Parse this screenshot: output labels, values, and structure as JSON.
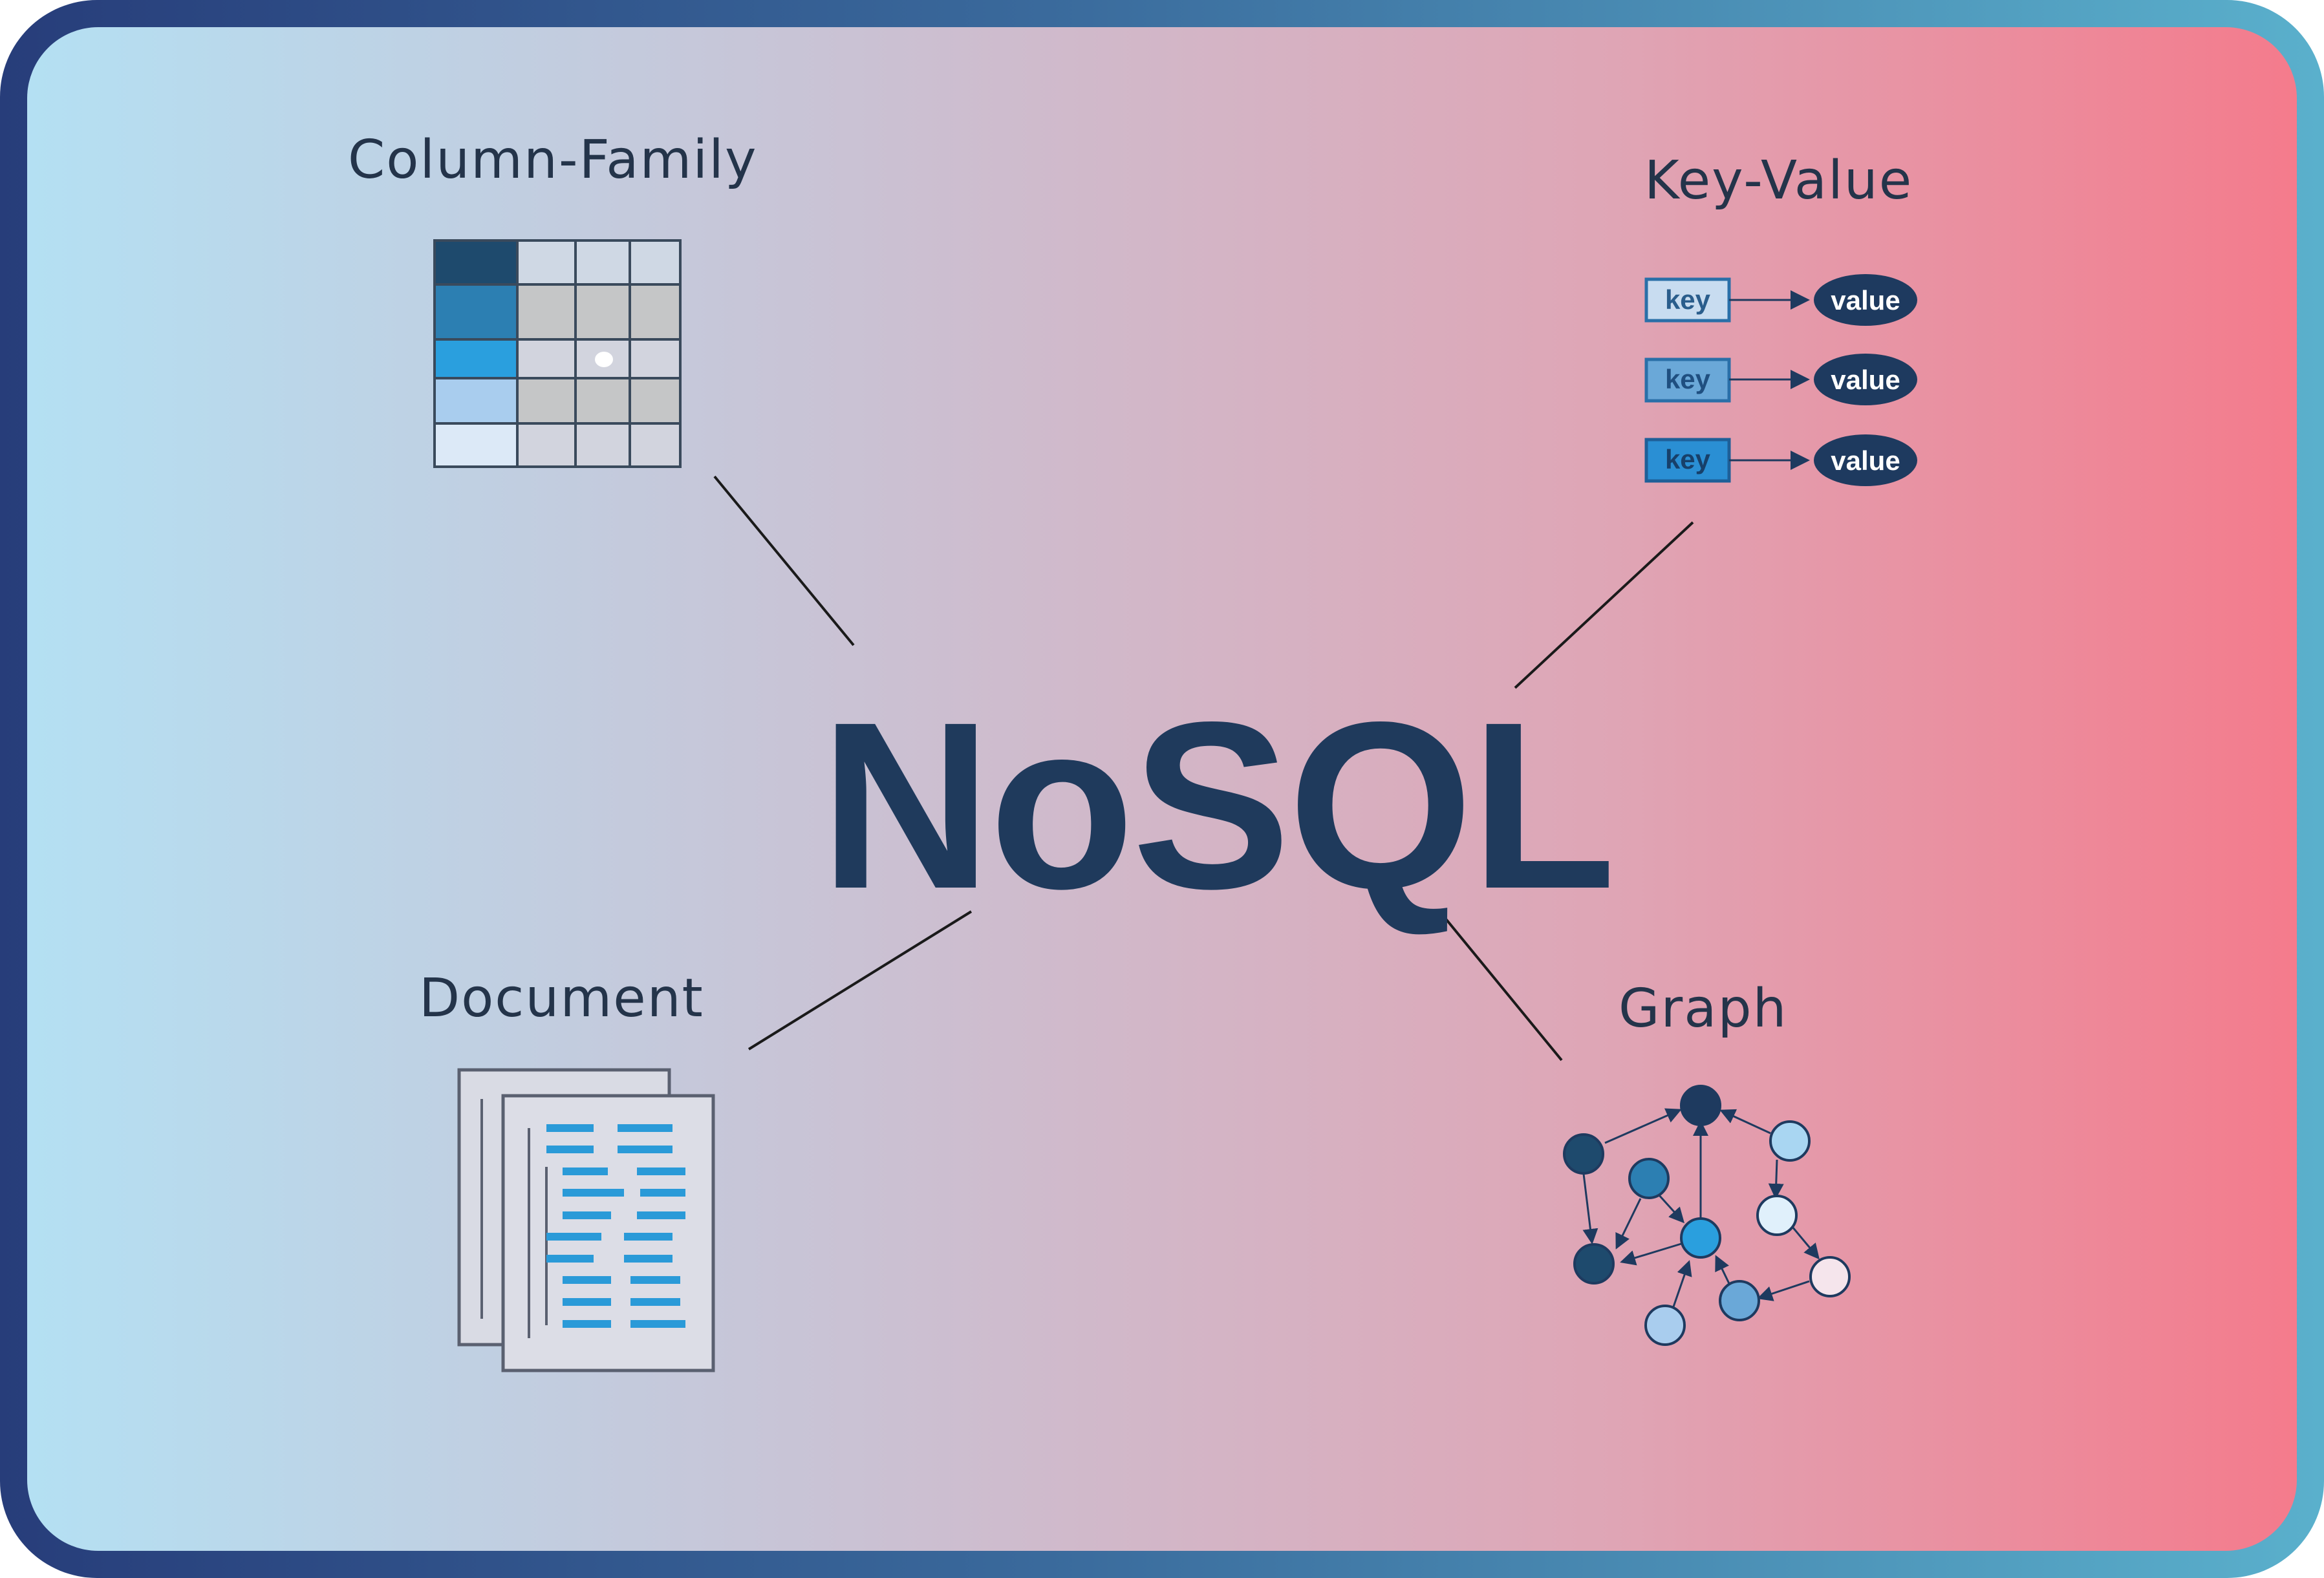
{
  "center": {
    "title": "NoSQL"
  },
  "categories": {
    "column_family": {
      "label": "Column-Family"
    },
    "key_value": {
      "label": "Key-Value",
      "pairs": [
        {
          "key": "key",
          "value": "value"
        },
        {
          "key": "key",
          "value": "value"
        },
        {
          "key": "key",
          "value": "value"
        }
      ]
    },
    "document": {
      "label": "Document"
    },
    "graph": {
      "label": "Graph"
    }
  },
  "colors": {
    "dark_navy": "#1e3a5f",
    "mid_blue": "#2e7fb5",
    "bright_blue": "#2a9fde",
    "light_blue": "#a9cdee",
    "pale_blue": "#dce9f7",
    "gray_cell": "#c7c7c9",
    "doc_line_blue": "#2a9ad8"
  }
}
